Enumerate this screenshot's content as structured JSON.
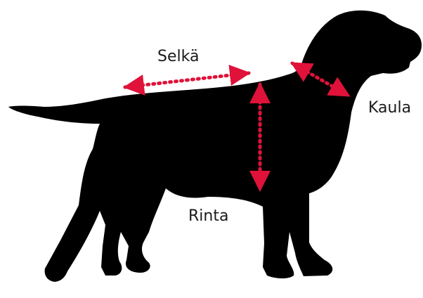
{
  "diagram": {
    "labels": {
      "back": "Selkä",
      "neck": "Kaula",
      "chest": "Rinta"
    },
    "colors": {
      "silhouette": "#000000",
      "arrow": "#e0123a",
      "background": "#ffffff",
      "text": "#1a1a1a"
    },
    "icons": {
      "silhouette": "dog-silhouette-icon",
      "measurement": "double-arrow-icon"
    }
  }
}
